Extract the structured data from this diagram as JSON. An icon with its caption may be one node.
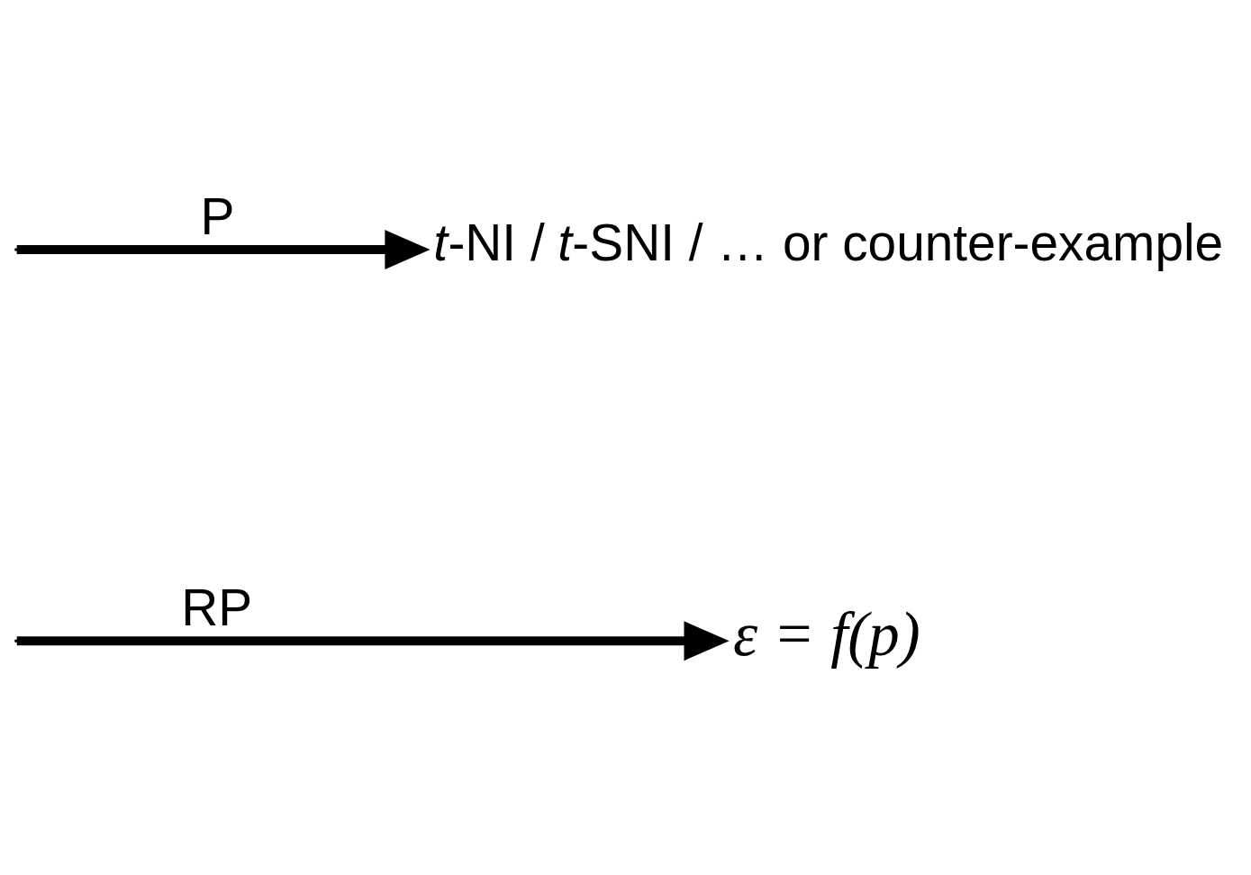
{
  "diagram": {
    "nodes": [
      {
        "text": [
          "*t*-NI / *t*-SNI / … or counter-example"
        ]
      },
      {
        "text": [
          "ε = f(p)"
        ]
      }
    ],
    "edges": [
      {
        "from": null,
        "to": 0,
        "arrow": "to",
        "label": "P"
      },
      {
        "from": null,
        "to": 1,
        "arrow": "to",
        "label": "RP"
      }
    ]
  }
}
